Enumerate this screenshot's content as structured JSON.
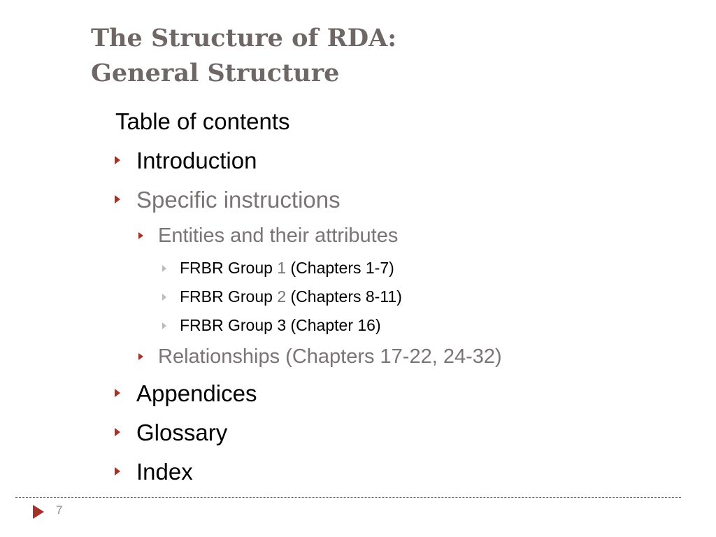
{
  "title": {
    "line1": "The Structure of RDA:",
    "line2": "General Structure"
  },
  "content": {
    "heading": "Table of contents",
    "items": [
      {
        "label": "Introduction"
      },
      {
        "label": "Specific instructions"
      },
      {
        "label": "Entities and their attributes"
      },
      {
        "prefix": "FRBR Group ",
        "number": "1",
        "suffix": " (Chapters 1-7)"
      },
      {
        "prefix": "FRBR Group ",
        "number": "2",
        "suffix": " (Chapters 8-11)"
      },
      {
        "label": "FRBR Group 3 (Chapter 16)"
      },
      {
        "label": "Relationships (Chapters 17-22, 24-32)"
      },
      {
        "label": "Appendices"
      },
      {
        "label": "Glossary"
      },
      {
        "label": "Index"
      }
    ]
  },
  "footer": {
    "page_number": "7"
  },
  "colors": {
    "accent": "#a3322a",
    "title": "#6e6766",
    "muted": "#7a7474"
  }
}
